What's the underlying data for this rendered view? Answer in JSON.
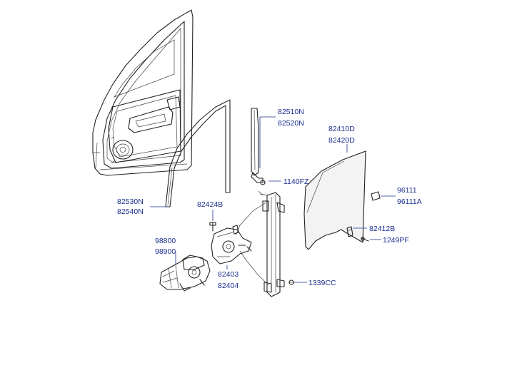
{
  "callouts": {
    "c82510N": "82510N",
    "c82520N": "82520N",
    "c82410D": "82410D",
    "c82420D": "82420D",
    "c1140FZ": "1140FZ",
    "c96111": "96111",
    "c96111A": "96111A",
    "c82530N": "82530N",
    "c82540N": "82540N",
    "c82424B": "82424B",
    "c82412B": "82412B",
    "c1249PF": "1249PF",
    "c98800": "98800",
    "c98900": "98900",
    "c82403": "82403",
    "c82404": "82404",
    "c1339CC": "1339CC"
  },
  "colors": {
    "label": "#1b2f8f",
    "line": "#222222"
  }
}
